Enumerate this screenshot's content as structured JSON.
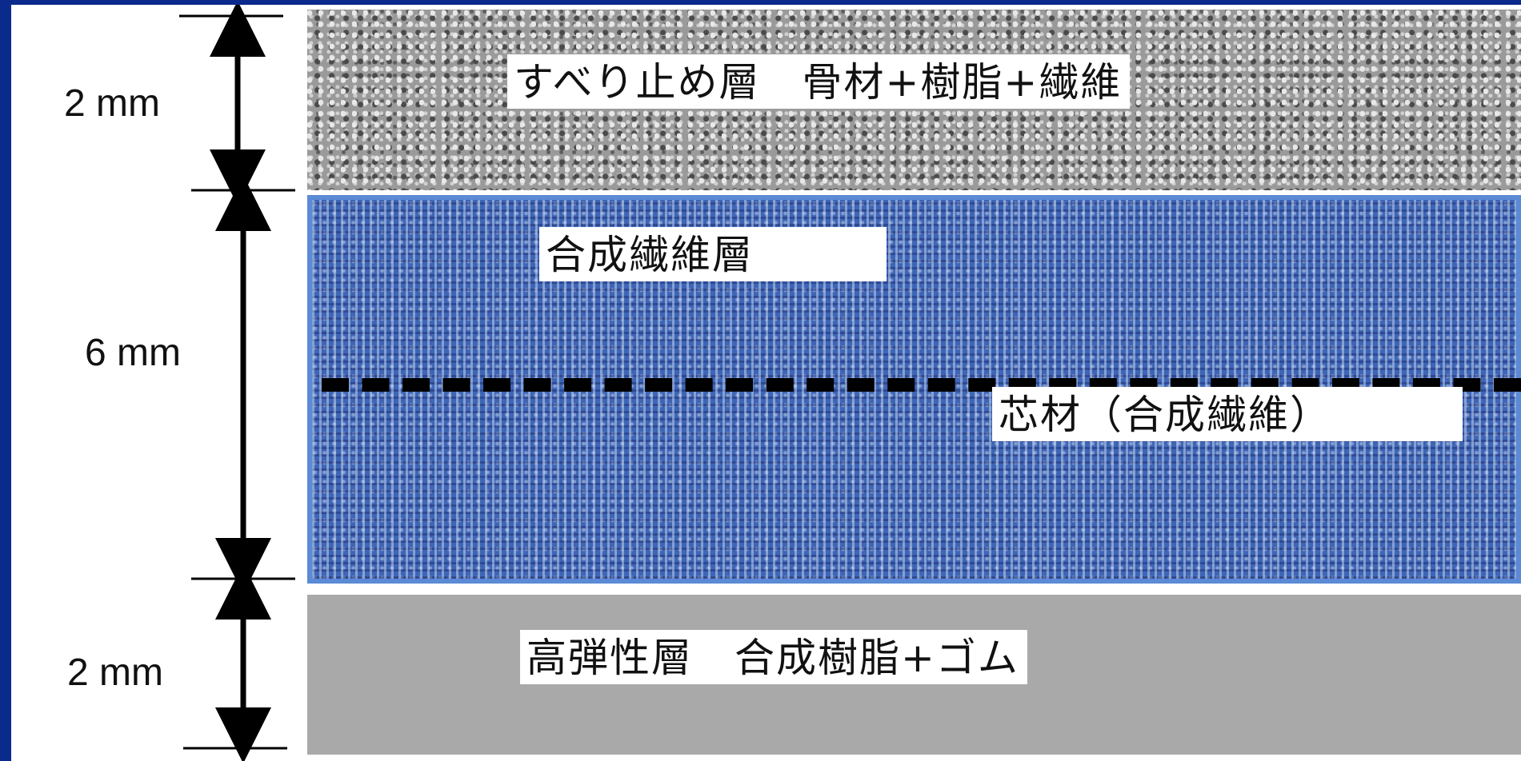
{
  "layers": {
    "top": {
      "label": "すべり止め層　骨材+樹脂+繊維"
    },
    "middle": {
      "label": "合成繊維層"
    },
    "core": {
      "label": "芯材（合成繊維）"
    },
    "bottom": {
      "label": "高弾性層　合成樹脂+ゴム"
    }
  },
  "dimensions": {
    "top": "2 mm",
    "middle": "6 mm",
    "bottom": "2 mm"
  },
  "colors": {
    "top_layer": "#9a9a9a",
    "middle_layer": "#3f66b5",
    "bottom_layer": "#a9a9a9",
    "frame": "#0a2a8c"
  }
}
